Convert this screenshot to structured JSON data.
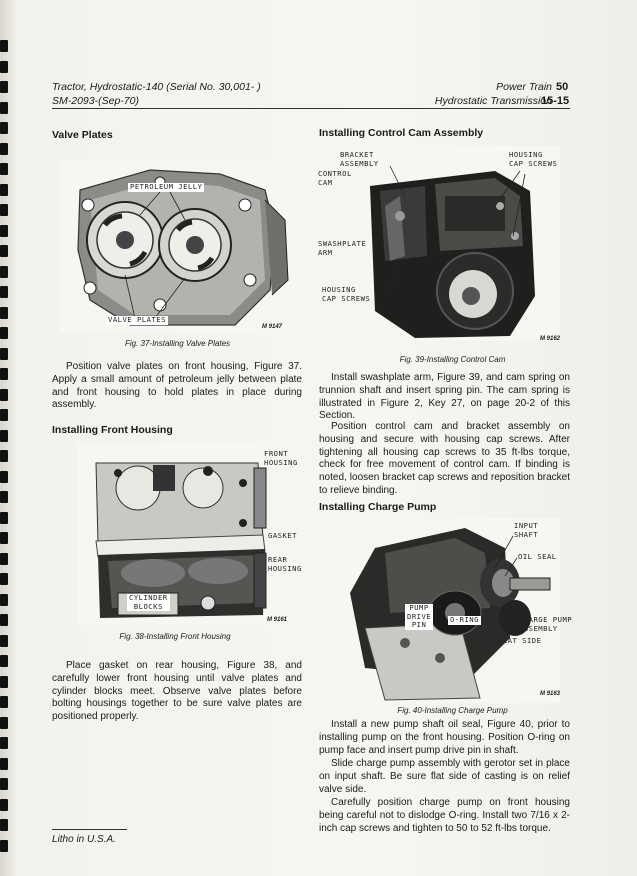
{
  "header": {
    "left_line1": "Tractor, Hydrostatic-140 (Serial No. 30,001-          )",
    "left_line2": "SM-2093-(Sep-70)",
    "right_line1": "Power Train",
    "right_line2": "Hydrostatic Transmission",
    "page_num1": "50",
    "page_num2": "15-15"
  },
  "left": {
    "valve_plates": {
      "heading": "Valve Plates",
      "callouts": [
        "PETROLEUM JELLY",
        "VALVE PLATES"
      ],
      "code": "M 9147",
      "caption": "Fig. 37-Installing Valve Plates",
      "text": "Position valve plates on front housing, Figure 37. Apply a small amount of petroleum jelly between plate and front housing to hold plates in place during assembly."
    },
    "front_housing": {
      "heading": "Installing Front Housing",
      "callouts": [
        "FRONT\nHOUSING",
        "GASKET",
        "REAR\nHOUSING",
        "CYLINDER\nBLOCKS"
      ],
      "code": "M 9161",
      "caption": "Fig. 38-Installing Front Housing",
      "text": "Place gasket on rear housing, Figure 38, and carefully lower front housing until valve plates and cylinder blocks meet. Observe valve plates before bolting housings together to be sure valve plates are positioned properly."
    }
  },
  "right": {
    "control_cam": {
      "heading": "Installing Control Cam Assembly",
      "callouts": [
        "BRACKET\nASSEMBLY",
        "CONTROL\nCAM",
        "HOUSING\nCAP SCREWS",
        "SWASHPLATE\nARM",
        "HOUSING\nCAP SCREWS"
      ],
      "code": "M 9162",
      "caption": "Fig. 39-Installing Control Cam",
      "text1": "Install swashplate arm, Figure 39, and cam spring on trunnion shaft and insert spring pin. The cam spring is illustrated in Figure 2, Key 27, on page 20-2 of this Section.",
      "text2": "Position control cam and bracket assembly on housing and secure with housing cap screws. After tightening all housing cap screws to 35 ft-lbs torque, check for free movement of control cam. If binding is noted, loosen bracket cap screws and reposition bracket to relieve binding."
    },
    "charge_pump": {
      "heading": "Installing Charge Pump",
      "callouts": [
        "INPUT\nSHAFT",
        "OIL SEAL",
        "PUMP\nDRIVE\nPIN",
        "O-RING",
        "CHARGE PUMP\nASSEMBLY",
        "FLAT SIDE"
      ],
      "code": "M 9163",
      "caption": "Fig. 40-Installing Charge Pump",
      "text1": "Install a new pump shaft oil seal, Figure 40, prior to installing pump on the front housing. Position O-ring on pump face and insert pump drive pin in shaft.",
      "text2": "Slide charge pump assembly with gerotor set in place on input shaft. Be sure flat side of casting is on relief valve side.",
      "text3": "Carefully position charge pump on front housing being careful not to dislodge O-ring. Install two 7/16 x 2-inch cap screws and tighten to 50 to 52 ft-lbs torque."
    }
  },
  "footer": {
    "text": "Litho in U.S.A."
  }
}
